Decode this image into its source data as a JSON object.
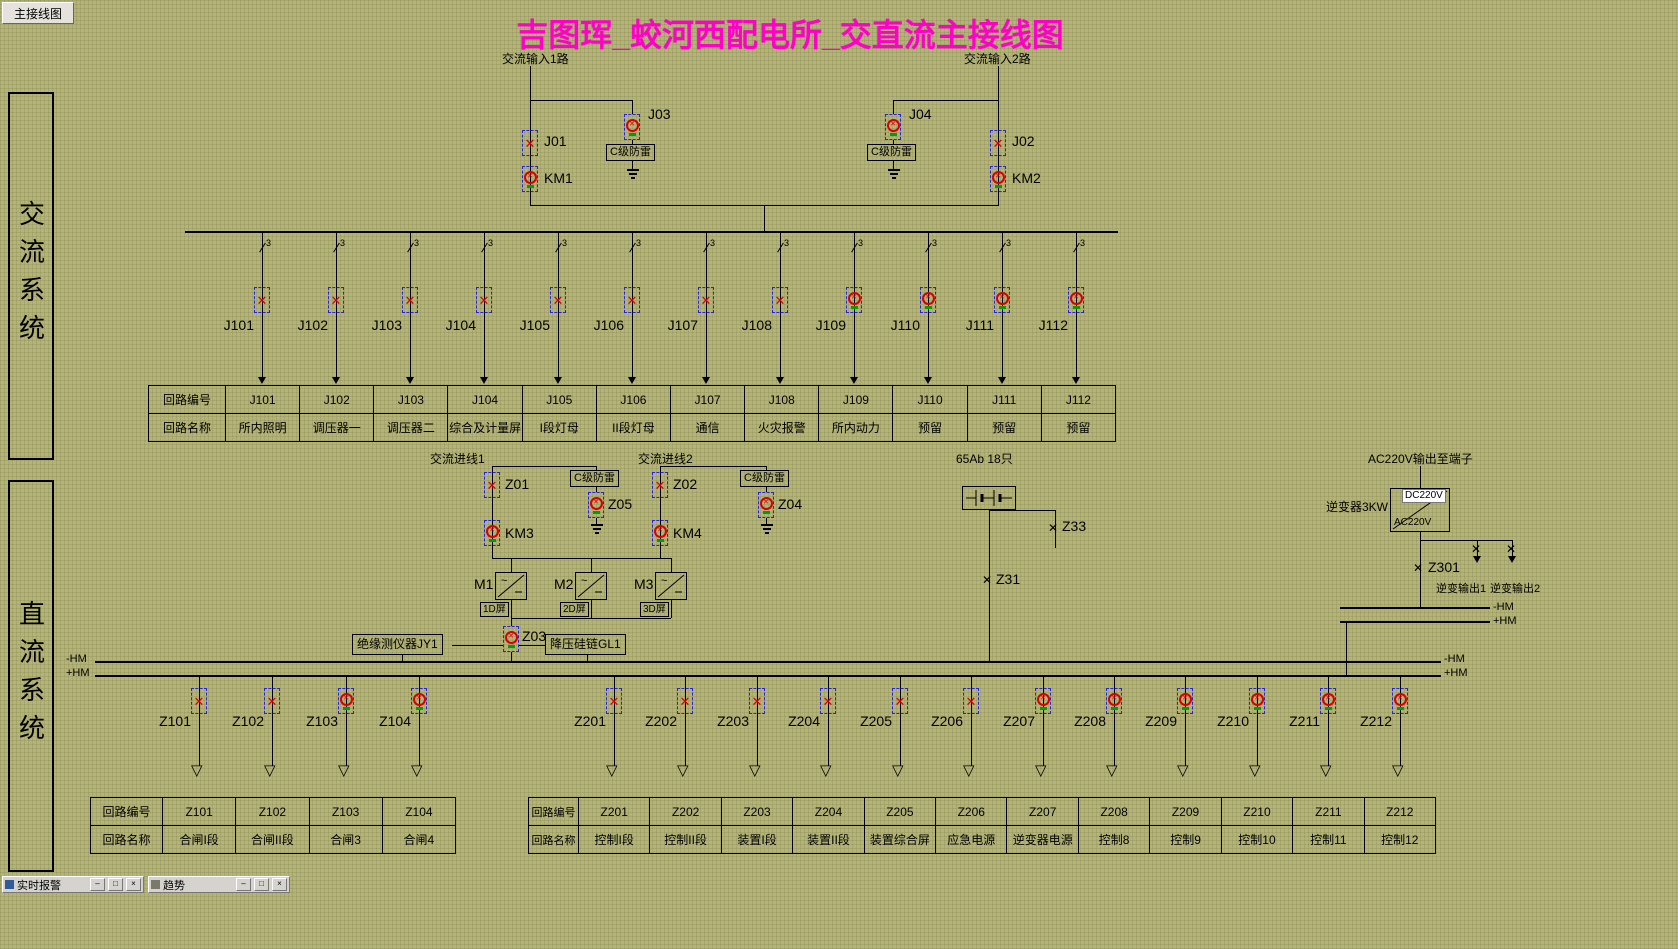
{
  "window": {
    "tab": "主接线图",
    "title": "吉图珲_蛟河西配电所_交直流主接线图"
  },
  "panels": {
    "ac_system": "交流系统",
    "dc_system": "直流系统"
  },
  "colors": {
    "title": "#ff00c8",
    "energized": "#d80000",
    "deenergized": "#00a000",
    "symbol_box": "#2626d8",
    "background": "#b4b478"
  },
  "ac": {
    "input1": "交流输入1路",
    "input2": "交流输入2路",
    "arrester": "C级防雷",
    "phase_mark": "3",
    "breakers": {
      "J01": "J01",
      "J02": "J02",
      "J03": "J03",
      "J04": "J04",
      "KM1": "KM1",
      "KM2": "KM2"
    }
  },
  "ac_table": {
    "id_label": "回路编号",
    "name_label": "回路名称",
    "rows": [
      {
        "id": "J101",
        "name": "所内照明"
      },
      {
        "id": "J102",
        "name": "调压器一"
      },
      {
        "id": "J103",
        "name": "调压器二"
      },
      {
        "id": "J104",
        "name": "综合及计量屏"
      },
      {
        "id": "J105",
        "name": "I段灯母"
      },
      {
        "id": "J106",
        "name": "II段灯母"
      },
      {
        "id": "J107",
        "name": "通信"
      },
      {
        "id": "J108",
        "name": "火灾报警"
      },
      {
        "id": "J109",
        "name": "所内动力"
      },
      {
        "id": "J110",
        "name": "预留"
      },
      {
        "id": "J111",
        "name": "预留"
      },
      {
        "id": "J112",
        "name": "预留"
      }
    ]
  },
  "dc": {
    "incoming1": "交流进线1",
    "incoming2": "交流进线2",
    "arrester": "C级防雷",
    "devices": {
      "Z01": "Z01",
      "Z02": "Z02",
      "Z03": "Z03",
      "Z04": "Z04",
      "Z05": "Z05",
      "KM3": "KM3",
      "KM4": "KM4"
    },
    "rectifiers": {
      "M1": "M1",
      "M2": "M2",
      "M3": "M3",
      "M1_panel": "1D屏",
      "M2_panel": "2D屏",
      "M3_panel": "3D屏"
    },
    "insulation_monitor": "绝缘测仪器JY1",
    "silicon_chain": "降压硅链GL1",
    "battery": "65Ab 18只",
    "fuses": {
      "Z31": "Z31",
      "Z33": "Z33",
      "Z301": "Z301"
    },
    "ac_output": "AC220V输出至端子",
    "inverter": "逆变器3KW",
    "inverter_dc": "DC220V",
    "inverter_ac": "AC220V",
    "inverter_out1": "逆变输出1",
    "inverter_out2": "逆变输出2",
    "bus_neg": "-HM",
    "bus_pos": "+HM"
  },
  "dc_table_left": {
    "id_label": "回路编号",
    "name_label": "回路名称",
    "rows": [
      {
        "id": "Z101",
        "name": "合闸I段"
      },
      {
        "id": "Z102",
        "name": "合闸II段"
      },
      {
        "id": "Z103",
        "name": "合闸3"
      },
      {
        "id": "Z104",
        "name": "合闸4"
      }
    ]
  },
  "dc_table_right": {
    "id_label": "回路编号",
    "name_label": "回路名称",
    "rows": [
      {
        "id": "Z201",
        "name": "控制I段"
      },
      {
        "id": "Z202",
        "name": "控制II段"
      },
      {
        "id": "Z203",
        "name": "装置I段"
      },
      {
        "id": "Z204",
        "name": "装置II段"
      },
      {
        "id": "Z205",
        "name": "装置综合屏"
      },
      {
        "id": "Z206",
        "name": "应急电源"
      },
      {
        "id": "Z207",
        "name": "逆变器电源"
      },
      {
        "id": "Z208",
        "name": "控制8"
      },
      {
        "id": "Z209",
        "name": "控制9"
      },
      {
        "id": "Z210",
        "name": "控制10"
      },
      {
        "id": "Z211",
        "name": "控制11"
      },
      {
        "id": "Z212",
        "name": "控制12"
      }
    ]
  },
  "taskbar": {
    "alarm_window": "实时报警",
    "trend_window": "趋势"
  }
}
